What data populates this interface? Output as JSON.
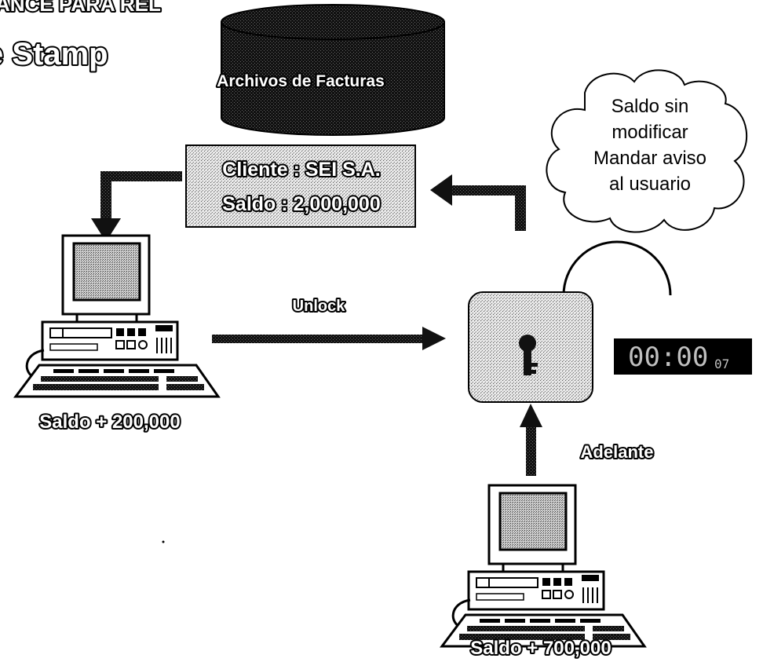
{
  "header": {
    "top_title_fragment": "ANCE PARA REL",
    "heading_fragment": "e Stamp"
  },
  "database": {
    "label": "Archivos de Facturas"
  },
  "record": {
    "line1": "Cliente : SEI S.A.",
    "line2": "Saldo : 2,000,000"
  },
  "cloud_note": {
    "lines": [
      "Saldo sin",
      "modificar",
      "Mandar aviso",
      "al usuario"
    ]
  },
  "labels": {
    "unlock": "Unlock",
    "adelante": "Adelante",
    "pc_left": "Saldo + 200,000",
    "pc_bottom": "Saldo + 700,000"
  },
  "timer": {
    "display": "00:00",
    "suffix": "07"
  },
  "colors": {
    "ink": "#000000",
    "paper": "#ffffff",
    "halftone": "#c8c8c8",
    "timer_bg": "#000000",
    "timer_digits": "#bfbfbf"
  }
}
